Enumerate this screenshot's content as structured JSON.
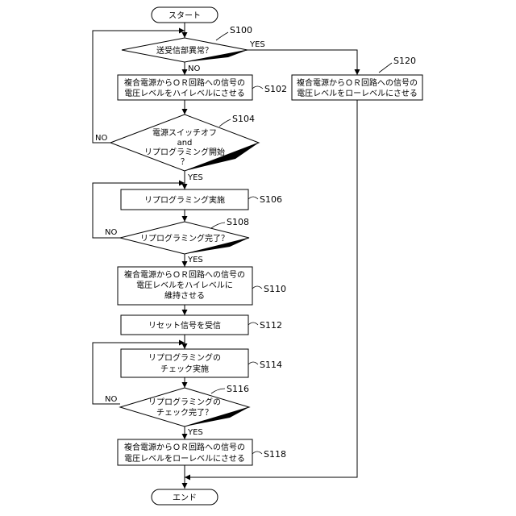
{
  "terminals": {
    "start": "スタート",
    "end": "エンド"
  },
  "decisions": {
    "s100": [
      "送受信部異常？"
    ],
    "s104": [
      "電源スイッチオフ",
      "and",
      "リプログラミング開始",
      "？"
    ],
    "s108": [
      "リプログラミング完了？"
    ],
    "s116": [
      "リプログラミングの",
      "チェック完了？"
    ]
  },
  "processes": {
    "s102": [
      "複合電源からＯＲ回路への信号の",
      "電圧レベルをハイレベルにさせる"
    ],
    "s106": [
      "リプログラミング実施"
    ],
    "s110": [
      "複合電源からＯＲ回路への信号の",
      "電圧レベルをハイレベルに",
      "維持させる"
    ],
    "s112": [
      "リセット信号を受信"
    ],
    "s114": [
      "リプログラミングの",
      "チェック実施"
    ],
    "s118": [
      "複合電源からＯＲ回路への信号の",
      "電圧レベルをローレベルにさせる"
    ],
    "s120": [
      "複合電源からＯＲ回路への信号の",
      "電圧レベルをローレベルにさせる"
    ]
  },
  "step_labels": {
    "s100": "S100",
    "s102": "S102",
    "s104": "S104",
    "s106": "S106",
    "s108": "S108",
    "s110": "S110",
    "s112": "S112",
    "s114": "S114",
    "s116": "S116",
    "s118": "S118",
    "s120": "S120"
  },
  "branch_labels": {
    "s100_yes": "YES",
    "s100_no": "NO",
    "s104_yes": "YES",
    "s104_no": "NO",
    "s108_yes": "YES",
    "s108_no": "NO",
    "s116_yes": "YES",
    "s116_no": "NO"
  }
}
